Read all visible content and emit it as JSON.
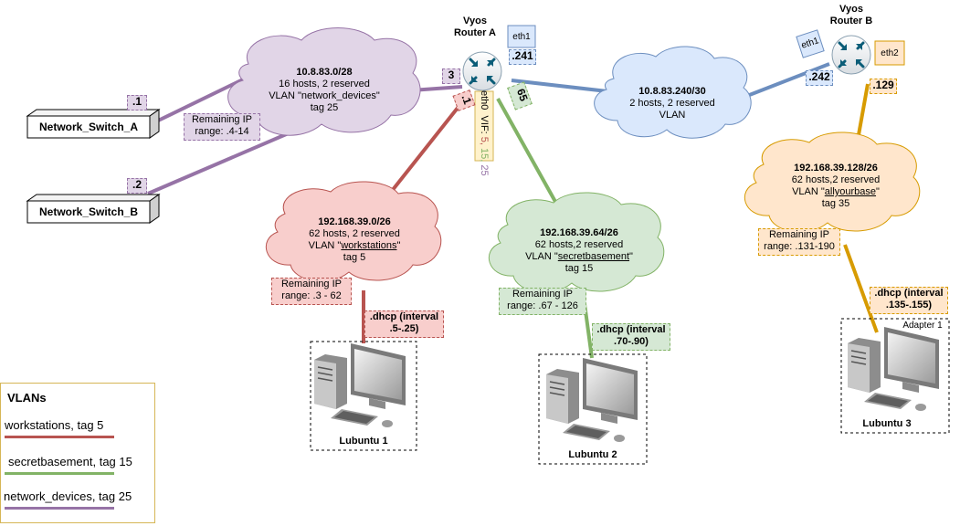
{
  "routers": {
    "a": {
      "name_line1": "Vyos",
      "name_line2": "Router A"
    },
    "b": {
      "name_line1": "Vyos",
      "name_line2": "Router B"
    }
  },
  "interfaces": {
    "a_eth1": "eth1",
    "a_eth1_ip": ".241",
    "a_eth0": "eth0",
    "a_vif": "VIF:",
    "a_vif_5": "5,",
    "a_vif_15": "15,",
    "a_vif_25": "25",
    "a_ip_3": "3",
    "a_ip_1": ".1",
    "a_ip_65": "65",
    "b_eth1": "eth1",
    "b_eth1_ip": ".242",
    "b_eth2": "eth2",
    "b_eth2_ip": ".129"
  },
  "switches": {
    "a": {
      "name": "Network_Switch_A",
      "ip": ".1"
    },
    "b": {
      "name": "Network_Switch_B",
      "ip": ".2"
    }
  },
  "networks": {
    "network_devices": {
      "subnet": "10.8.83.0/28",
      "hosts": "16 hosts, 2 reserved",
      "vlan": "VLAN \"network_devices\"",
      "tag": "tag 25",
      "remaining_1": "Remaining IP",
      "remaining_2": "range: .4-14"
    },
    "transit": {
      "subnet": "10.8.83.240/30",
      "hosts": "2 hosts, 2 reserved",
      "vlan": "VLAN"
    },
    "workstations": {
      "subnet": "192.168.39.0/26",
      "hosts": "62 hosts, 2 reserved",
      "vlan_prefix": "VLAN \"",
      "vlan_name": "workstations",
      "vlan_suffix": "\"",
      "tag": "tag 5",
      "remaining_1": "Remaining IP",
      "remaining_2": "range: .3 - 62",
      "dhcp_1": ".dhcp (interval",
      "dhcp_2": ".5-.25)"
    },
    "secretbasement": {
      "subnet": "192.168.39.64/26",
      "hosts": "62 hosts,2 reserved",
      "vlan_prefix": "VLAN \"",
      "vlan_name": "secretbasement",
      "vlan_suffix": "\"",
      "tag": "tag 15",
      "remaining_1": "Remaining IP",
      "remaining_2": "range: .67 - 126",
      "dhcp_1": ".dhcp (interval",
      "dhcp_2": ".70-.90)"
    },
    "allyourbase": {
      "subnet": "192.168.39.128/26",
      "hosts": "62 hosts,2 reserved",
      "vlan_prefix": "VLAN \"",
      "vlan_name": "allyourbase",
      "vlan_suffix": "\"",
      "tag": "tag 35",
      "remaining_1": "Remaining IP",
      "remaining_2": "range: .131-190",
      "dhcp_1": ".dhcp (interval",
      "dhcp_2": ".135-.155)"
    }
  },
  "hosts": {
    "lubuntu1": {
      "name": "Lubuntu 1"
    },
    "lubuntu2": {
      "name": "Lubuntu 2"
    },
    "lubuntu3": {
      "name": "Lubuntu 3",
      "adapter": "Adapter 1"
    }
  },
  "legend": {
    "title": "VLANs",
    "items": [
      {
        "label": "workstations, tag 5",
        "color": "#b85450"
      },
      {
        "label": "secretbasement, tag 15",
        "color": "#82b366"
      },
      {
        "label": "network_devices, tag 25",
        "color": "#9673a6"
      }
    ]
  },
  "colors": {
    "purple_fill": "#e1d5e7",
    "purple_line": "#9673a6",
    "blue_fill": "#dae8fc",
    "blue_line": "#6c8ebf",
    "red_fill": "#f8cecc",
    "red_line": "#b85450",
    "green_fill": "#d5e8d4",
    "green_line": "#82b366",
    "orange_fill": "#ffe6cc",
    "orange_line": "#d79b00",
    "yellow_fill": "#fff2cc",
    "yellow_line": "#d6b656",
    "router_blue": "#0b5d78"
  }
}
